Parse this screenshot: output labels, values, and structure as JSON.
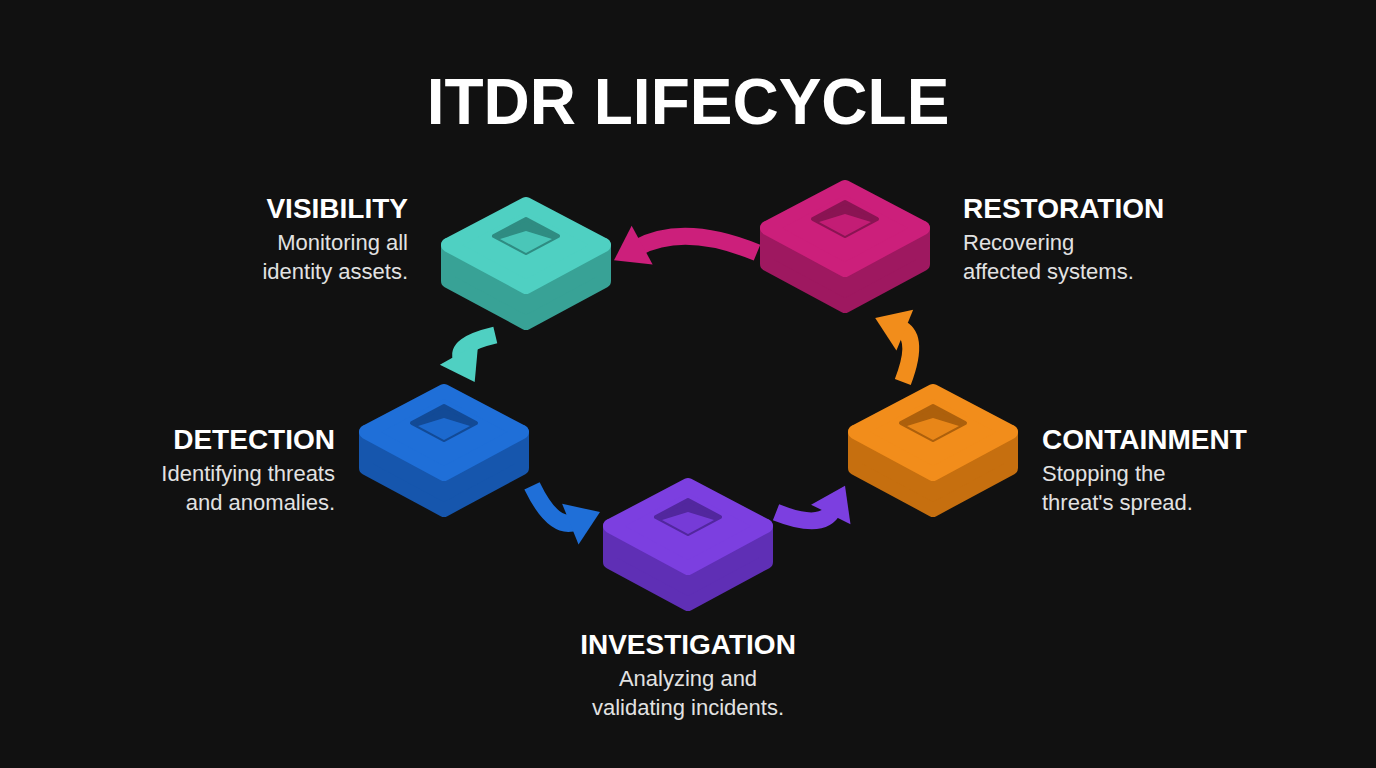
{
  "diagram": {
    "title": "ITDR LIFECYCLE",
    "nodes": [
      {
        "text": [
          "VISIBILITY",
          "Monitoring all identity assets."
        ]
      },
      {
        "text": [
          "DETECTION",
          "Identifying threats and anomalies."
        ]
      },
      {
        "text": [
          "INVESTIGATION",
          "Analyzing and validating incidents."
        ]
      },
      {
        "text": [
          "CONTAINMENT",
          "Stopping the threat's spread."
        ]
      },
      {
        "text": [
          "RESTORATION",
          "Recovering affected systems."
        ]
      }
    ],
    "edges": [
      {
        "from": 0,
        "to": 1,
        "arrow": "to"
      },
      {
        "from": 1,
        "to": 2,
        "arrow": "to"
      },
      {
        "from": 2,
        "to": 3,
        "arrow": "to"
      },
      {
        "from": 3,
        "to": 4,
        "arrow": "to"
      },
      {
        "from": 4,
        "to": 0,
        "arrow": "to"
      }
    ]
  }
}
